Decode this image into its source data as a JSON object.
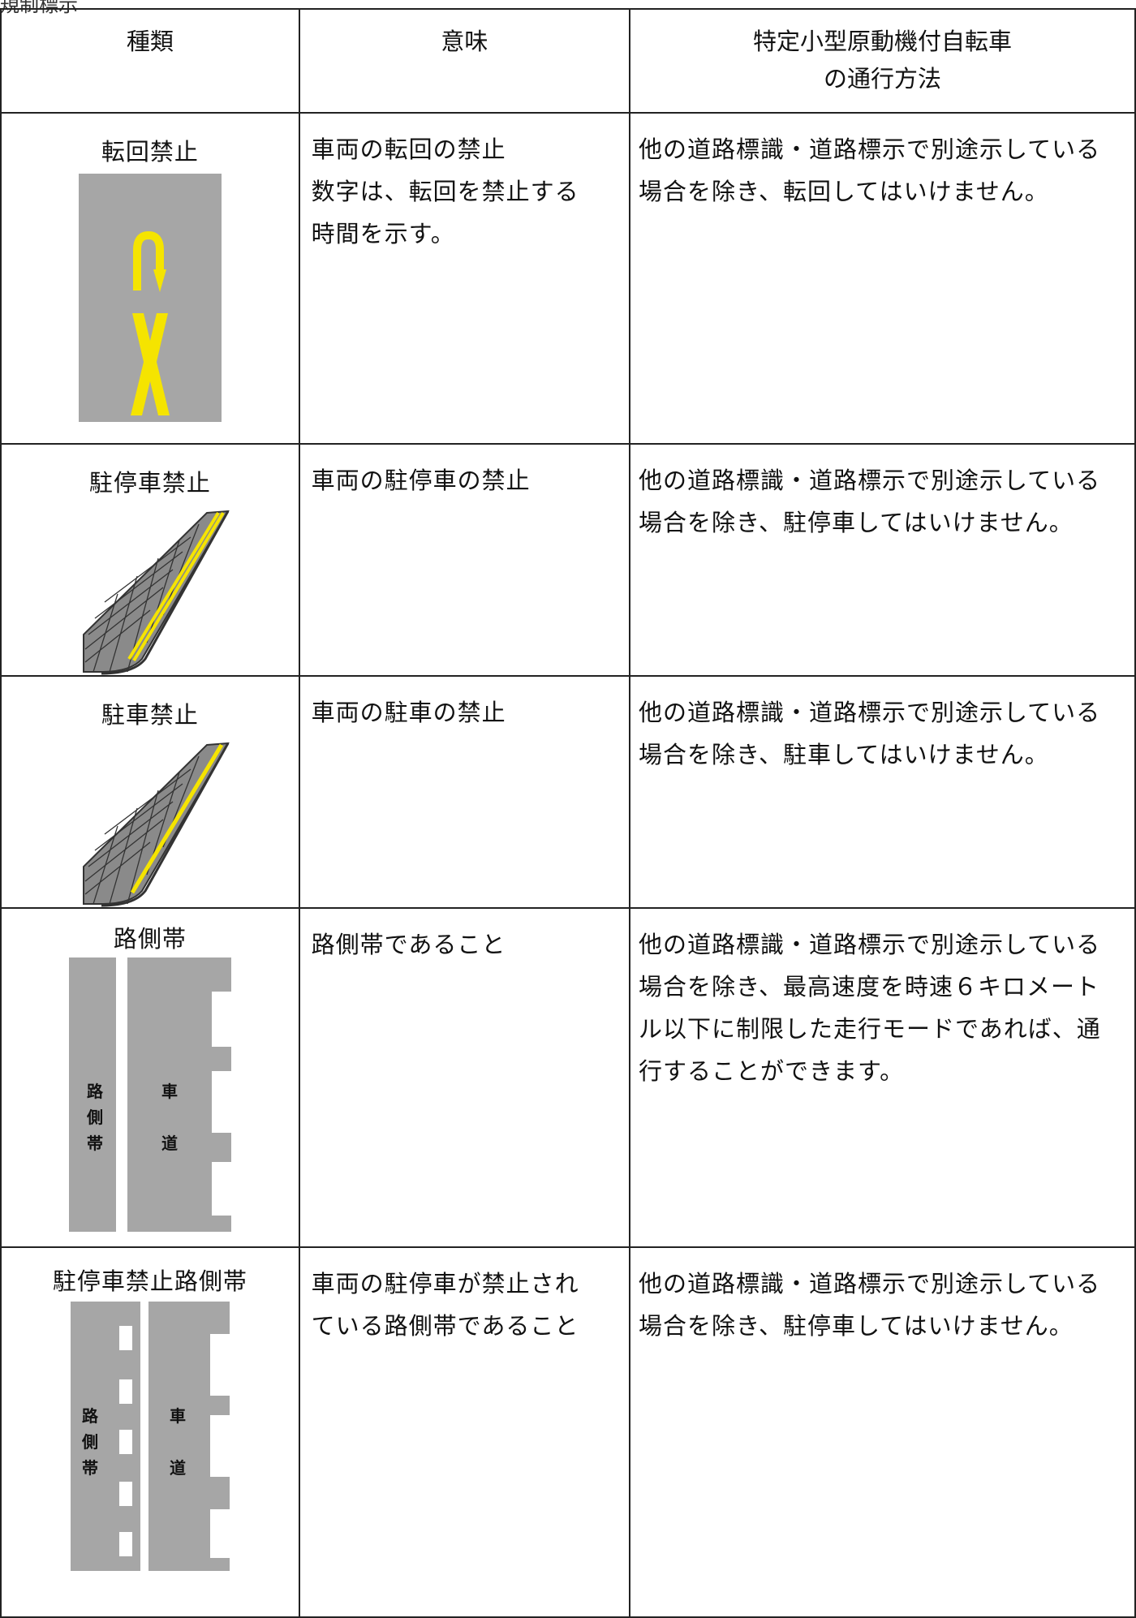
{
  "cut_label": "規制標示",
  "headers": {
    "kind": "種類",
    "meaning": "意味",
    "method_line1": "特定小型原動機付自転車",
    "method_line2": "の通行方法"
  },
  "rows": [
    {
      "kind": "転回禁止",
      "meaning_lines": [
        "車両の転回の禁止",
        "数字は、転回を禁止する",
        "時間を示す。"
      ],
      "method_lines": [
        "他の道路標識・道路標示で別途示している",
        "場合を除き、転回してはいけません。"
      ],
      "sign": "u-turn-prohibited-marking"
    },
    {
      "kind": "駐停車禁止",
      "meaning_lines": [
        "車両の駐停車の禁止"
      ],
      "method_lines": [
        "他の道路標識・道路標示で別途示している",
        "場合を除き、駐停車してはいけません。"
      ],
      "sign": "no-stopping-curb-line"
    },
    {
      "kind": "駐車禁止",
      "meaning_lines": [
        "車両の駐車の禁止"
      ],
      "method_lines": [
        "他の道路標識・道路標示で別途示している",
        "場合を除き、駐車してはいけません。"
      ],
      "sign": "no-parking-curb-line"
    },
    {
      "kind": "路側帯",
      "meaning_lines": [
        "路側帯であること"
      ],
      "method_lines": [
        "他の道路標識・道路標示で別途示している",
        "場合を除き、最高速度を時速６キロメート",
        "ル以下に制限した走行モードであれば、通",
        "行することができます。"
      ],
      "sign": "roadside-strip",
      "sign_labels": {
        "strip": [
          "路",
          "側",
          "帯"
        ],
        "road": [
          "車",
          "道"
        ]
      }
    },
    {
      "kind": "駐停車禁止路側帯",
      "meaning_lines": [
        "車両の駐停車が禁止され",
        "ている路側帯であること"
      ],
      "method_lines": [
        "他の道路標識・道路標示で別途示している",
        "場合を除き、駐停車してはいけません。"
      ],
      "sign": "no-stopping-roadside-strip",
      "sign_labels": {
        "strip": [
          "路",
          "側",
          "帯"
        ],
        "road": [
          "車",
          "道"
        ]
      }
    }
  ],
  "colors": {
    "marking_yellow": "#f5e400",
    "road_gray": "#a6a6a6",
    "border": "#222222"
  }
}
